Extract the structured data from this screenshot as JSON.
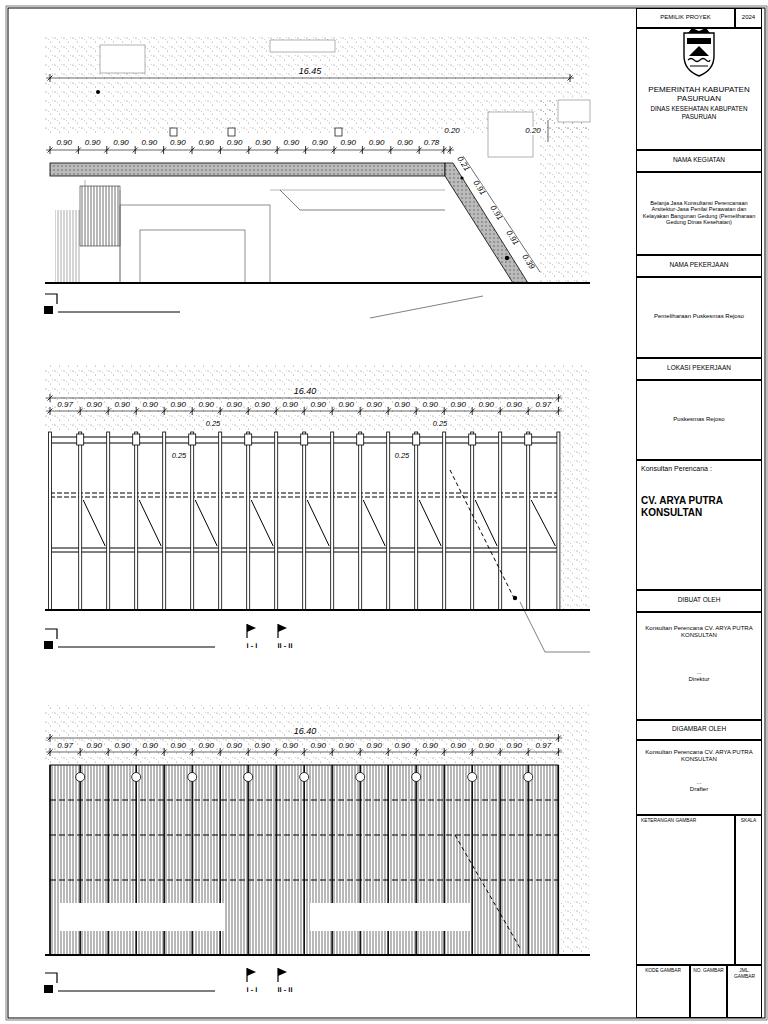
{
  "diagram": {
    "nodes": [
      {
        "text": [
          "PEMILIK PROYEK"
        ]
      },
      {
        "text": [
          "2024"
        ]
      },
      {
        "text": [
          "PEMERINTAH KABUPATEN PASURUAN",
          "DINAS KESEHATAN KABUPATEN PASURUAN"
        ]
      },
      {
        "text": [
          "NAMA KEGIATAN"
        ]
      },
      {
        "text": [
          "Belanja Jasa Konsultansi Perencanaan Arsitektur-Jasa Penilai Perawatan dan Kelayakan Bangunan Gedung (Pemeliharaan Gedung Dinas Kesehatan)"
        ]
      },
      {
        "text": [
          "NAMA PEKERJAAN"
        ]
      },
      {
        "text": [
          "Pemeliharaan Puskesmas Rejoso"
        ]
      },
      {
        "text": [
          "LOKASI PEKERJAAN"
        ]
      },
      {
        "text": [
          "Puskesmas Rejoso"
        ]
      },
      {
        "text": [
          "Konsultan Perencana :",
          "CV. ARYA PUTRA KONSULTAN"
        ]
      },
      {
        "text": [
          "DIBUAT OLEH"
        ]
      },
      {
        "text": [
          "Konsultan Perencana CV. ARYA PUTRA KONSULTAN",
          "...",
          "Direktur"
        ]
      },
      {
        "text": [
          "DIGAMBAR OLEH"
        ]
      },
      {
        "text": [
          "Konsultan Perencana CV. ARYA PUTRA KONSULTAN",
          "...",
          "Drafter"
        ]
      },
      {
        "text": [
          "KETERANGAN GAMBAR"
        ]
      },
      {
        "text": [
          "SKALA"
        ]
      },
      {
        "text": [
          "KODE GAMBAR"
        ]
      },
      {
        "text": [
          "NO. GAMBAR"
        ]
      },
      {
        "text": [
          "JML. GAMBAR"
        ]
      }
    ],
    "labels": [
      "16.45",
      "0.90",
      "0.90",
      "0.90",
      "0.90",
      "0.90",
      "0.90",
      "0.90",
      "0.90",
      "0.90",
      "0.90",
      "0.90",
      "0.90",
      "0.90",
      "0.78",
      "0.20",
      "0.21",
      "0.91",
      "0.91",
      "0.91",
      "0.39",
      "0.20",
      "16.40",
      "0.97",
      "0.90",
      "0.90",
      "0.90",
      "0.90",
      "0.90",
      "0.90",
      "0.90",
      "0.90",
      "0.90",
      "0.90",
      "0.90",
      "0.90",
      "0.90",
      "0.90",
      "0.90",
      "0.90",
      "0.97",
      "0.25",
      "0.25",
      "0.25",
      "0.25",
      "i - i",
      "ii - ii",
      "16.40",
      "0.97",
      "0.90",
      "0.90",
      "0.90",
      "0.90",
      "0.90",
      "0.90",
      "0.90",
      "0.90",
      "0.90",
      "0.90",
      "0.90",
      "0.90",
      "0.90",
      "0.90",
      "0.90",
      "0.90",
      "0.97",
      "i - i",
      "ii - ii"
    ]
  }
}
